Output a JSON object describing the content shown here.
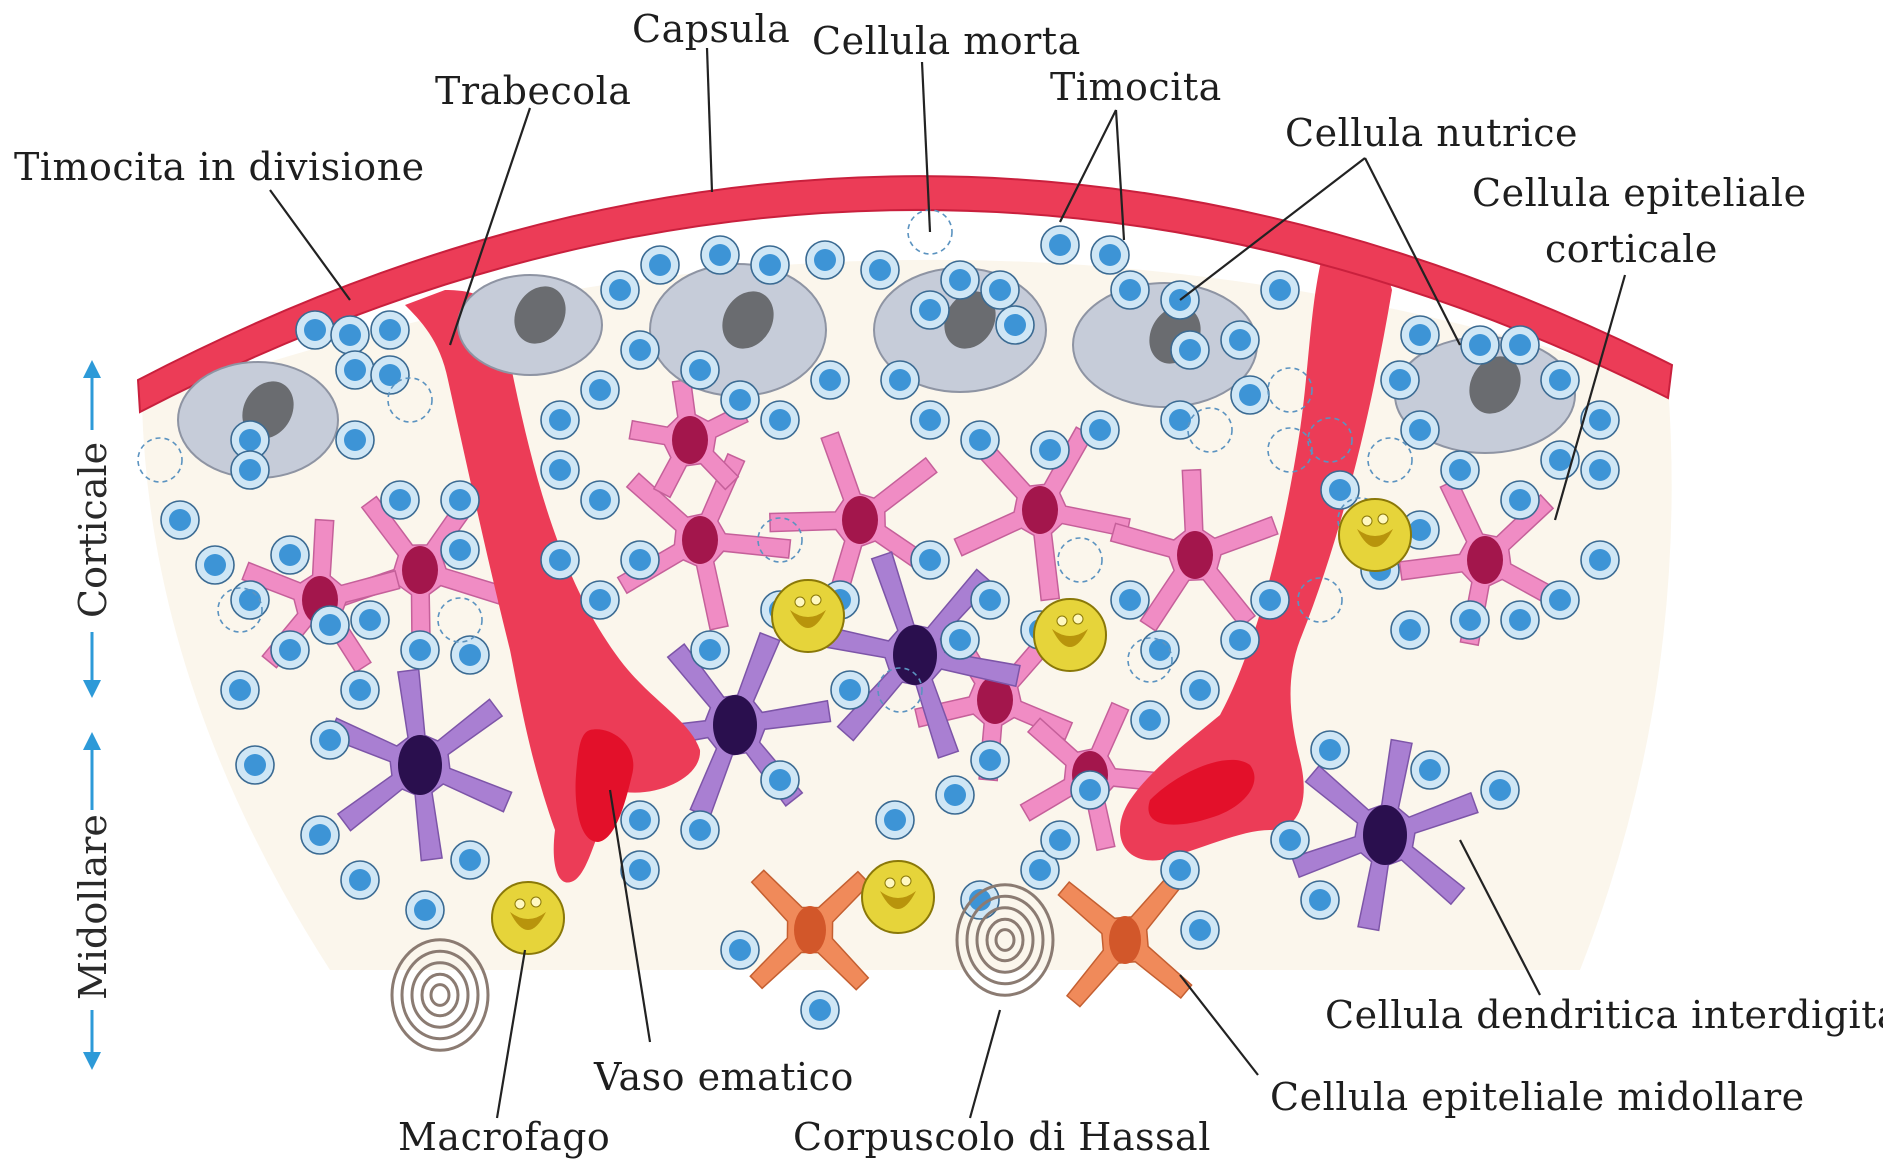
{
  "labels": {
    "capsula": "Capsula",
    "cellula_morta": "Cellula morta",
    "trabecola": "Trabecola",
    "timocita": "Timocita",
    "cellula_nutrice": "Cellula nutrice",
    "timocita_in_divisione": "Timocita in divisione",
    "cellula_epiteliale_corticale_1": "Cellula epiteliale",
    "cellula_epiteliale_corticale_2": "corticale",
    "cellula_dendritica": "Cellula dendritica interdigitata",
    "vaso_ematico": "Vaso ematico",
    "cellula_epiteliale_midollare": "Cellula epiteliale midollare",
    "macrofago": "Macrofago",
    "corpuscolo": "Corpuscolo di Hassal"
  },
  "side_labels": {
    "corticale": "Corticale",
    "midollare": "Midollare"
  },
  "colors": {
    "capsule": "#ec3c57",
    "capsule_dark": "#c9203d",
    "tissue": "#fbf6ec",
    "thymocyte_fill": "#cfe6f5",
    "thymocyte_nucleus": "#3d94d6",
    "nurse_cell": "#c6ccd9",
    "nurse_nucleus": "#6a6c70",
    "epithelial_cortical": "#f08cc4",
    "epithelial_nucleus": "#a3164c",
    "dendritic": "#a97fd2",
    "dendritic_nucleus": "#2a0f4e",
    "macrophage": "#e6d43a",
    "macrophage_inner": "#b8940c",
    "medullary_epithelial": "#f08a5a",
    "medullary_nucleus": "#d2572a",
    "vessel": "#e8102a",
    "arrow": "#2d9ad8"
  }
}
